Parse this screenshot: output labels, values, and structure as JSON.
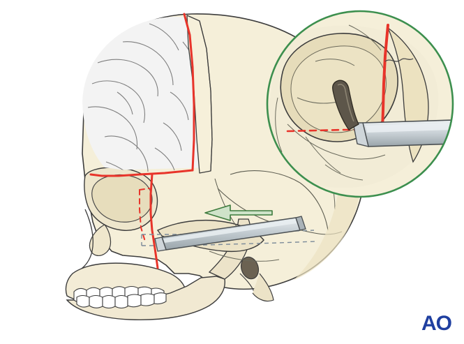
{
  "illustration": {
    "title": "Lateral skull with craniotomy flap and osteotome, magnified inset",
    "subject": "human skull, lateral view",
    "branding": {
      "logo_text": "AO",
      "logo_color": "#1f3fa0"
    },
    "colors": {
      "bone_fill": "#f5efd9",
      "bone_fill_shadow": "#e9e0c2",
      "bone_outline": "#3c3c3c",
      "brain_fill": "#f2f2f2",
      "brain_outline": "#6e6e6e",
      "osteotomy_line": "#e8342a",
      "dashed_cut": "#e8342a",
      "instrument_body": "#b9c2c7",
      "instrument_highlight": "#e4e9ec",
      "instrument_outline": "#4a4f52",
      "arrow_fill": "#cfe3c9",
      "arrow_outline": "#3c7a3c",
      "inset_ring": "#3c8f4e",
      "guide_dashed": "#7a8a9a",
      "teeth_fill": "#ffffff",
      "background": "#ffffff"
    },
    "elements": [
      {
        "name": "skull-lateral",
        "label": "Lateral skull"
      },
      {
        "name": "brain-outline",
        "label": "Brain / cerebral hemisphere"
      },
      {
        "name": "craniotomy-flap",
        "label": "Fronto-temporal bone flap"
      },
      {
        "name": "osteotomy-line-red",
        "label": "Red osteotomy cut line"
      },
      {
        "name": "orbital-dashed-cut",
        "label": "Red dashed orbital osteotomy"
      },
      {
        "name": "osteotome-instrument",
        "label": "Osteotome / chisel"
      },
      {
        "name": "direction-arrow",
        "label": "Green direction-of-force arrow"
      },
      {
        "name": "guide-dashed-lines",
        "label": "Grey dashed instrument trajectory"
      },
      {
        "name": "magnifier-inset",
        "label": "Circular magnified inset of orbital roof"
      },
      {
        "name": "mandible-teeth",
        "label": "Maxillary and mandibular teeth"
      }
    ]
  }
}
